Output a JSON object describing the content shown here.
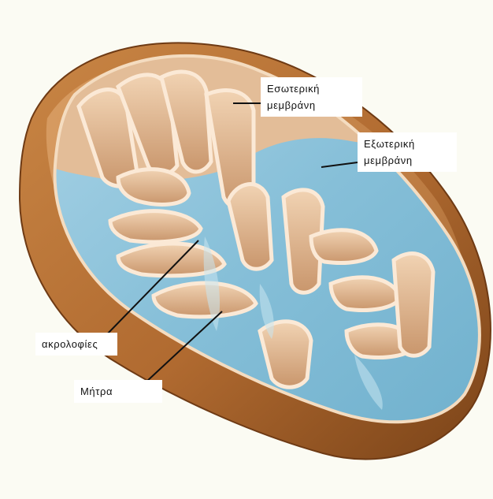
{
  "labels": {
    "inner_membrane": "Εσωτερική\nμεμβράνη",
    "outer_membrane": "Εξωτερική\nμεμβράνη",
    "cristae": "ακρολοφίες",
    "matrix": "Μήτρα"
  },
  "colors": {
    "background": "#fbfbf3",
    "outer_membrane": "#b06a30",
    "outer_membrane_dark": "#6e3a14",
    "inner_membrane": "#d8b08c",
    "intermembrane_space": "#e9c7a3",
    "matrix": "#8ec4dc",
    "matrix_light": "#b8dcea",
    "leader_line": "#111111"
  }
}
